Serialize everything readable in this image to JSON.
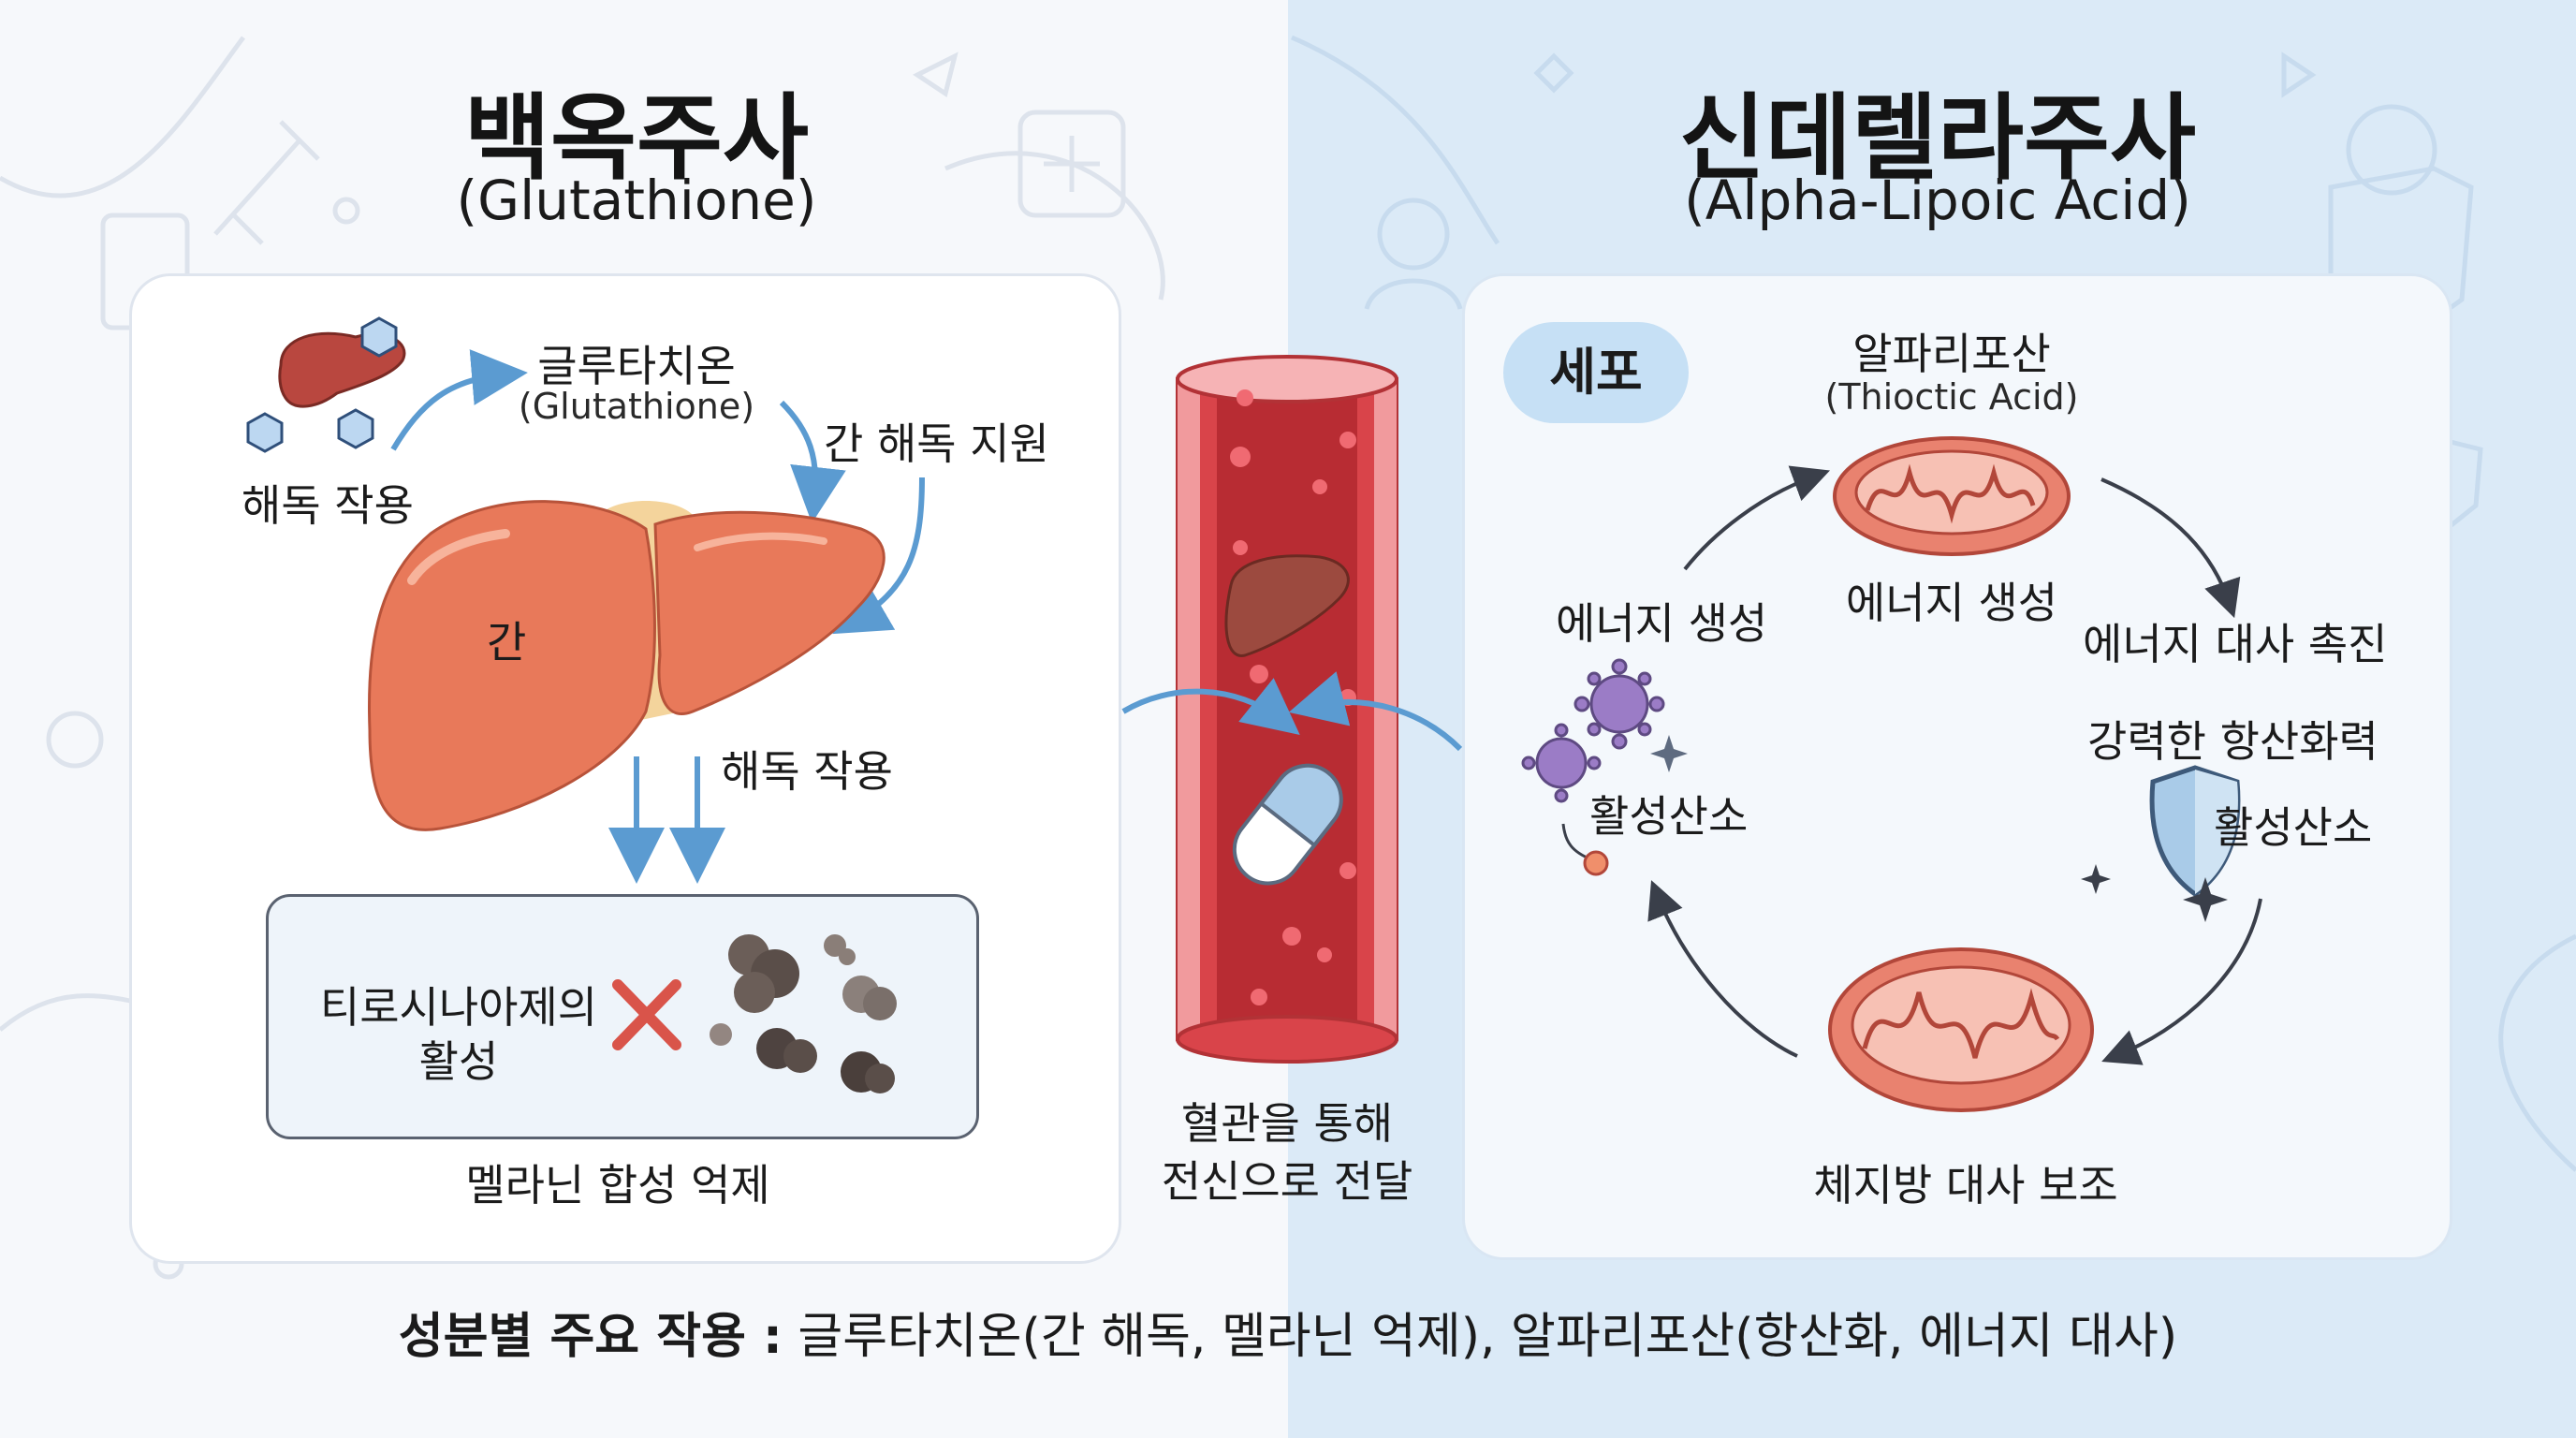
{
  "left": {
    "title": "백옥주사",
    "subtitle": "(Glutathione)",
    "labels": {
      "glutathione_ko": "글루타치온",
      "glutathione_en": "(Glutathione)",
      "detox_top": "해독 작용",
      "liver_support": "간 해독 지원",
      "liver": "간",
      "detox_mid": "해독 작용",
      "tyrosinase_line1": "티로시나아제의",
      "tyrosinase_line2": "활성",
      "melanin_suppress": "멜라닌 합성 억제"
    }
  },
  "middle": {
    "label_line1": "혈관을 통해",
    "label_line2": "전신으로 전달"
  },
  "right": {
    "title": "신데렐라주사",
    "subtitle": "(Alpha-Lipoic Acid)",
    "cell": "세포",
    "labels": {
      "ala_ko": "알파리포산",
      "ala_en": "(Thioctic Acid)",
      "energy_gen_center": "에너지 생성",
      "energy_gen_left": "에너지 생성",
      "energy_metab": "에너지 대사 촉진",
      "antioxidant": "강력한 항산화력",
      "ros_right": "활성산소",
      "ros_left": "활성산소",
      "fat_metab": "체지방 대사 보조"
    }
  },
  "footer": {
    "bold": "성분별 주요 작용 :",
    "text": " 글루타치온(간 해독, 멜라닌 억제), 알파리포산(항산화, 에너지 대사)"
  },
  "colors": {
    "liver": "#e8795a",
    "vessel": "#c9363c",
    "arrow": "#5b9bd1",
    "mitochondria": "#e9826f",
    "virus": "#9b7cc6",
    "shield": "#a9cbe8",
    "cross": "#d9544a"
  }
}
